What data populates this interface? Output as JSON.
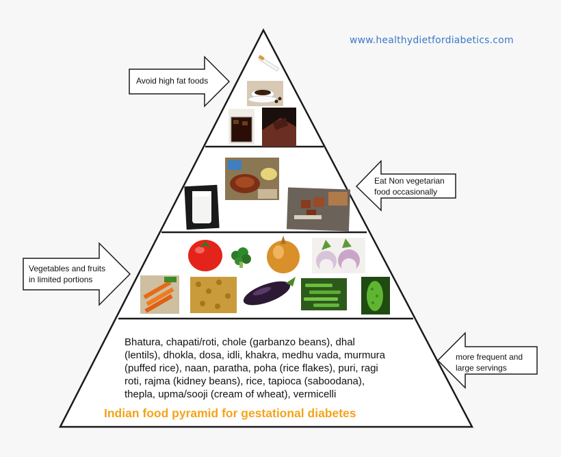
{
  "website_url": "www.healthydietfordiabetics.com",
  "title": "Indian food pyramid for gestational diabetes",
  "arrows": {
    "top": "Avoid high fat foods",
    "upper_middle": "Eat Non vegetarian\nfood occasionally",
    "lower_middle": "Vegetables and fruits\nin limited portions",
    "bottom": "more frequent and\nlarge servings"
  },
  "base_foods": "Bhatura, chapati/roti, chole (garbanzo beans), dhal\n(lentils), dhokla, dosa, idli, khakra, medhu vada, murmura\n(puffed rice), naan, paratha, poha (rice flakes), puri, ragi\nroti, rajma (kidney beans), rice, tapioca (saboodana),\nthepla, upma/sooji (cream of wheat), vermicelli",
  "food_images": {
    "top_tier": [
      "cigarette",
      "coffee",
      "cola",
      "chocolate"
    ],
    "non_veg_tier": [
      "milk",
      "meat-dish",
      "grilled-meat"
    ],
    "veg_tier": [
      "tomato",
      "broccoli",
      "onion",
      "turnips",
      "carrots",
      "beans",
      "eggplant",
      "green-beans",
      "bitter-gourd"
    ]
  },
  "colors": {
    "title": "#f5a31a",
    "url": "#3b78c9"
  }
}
